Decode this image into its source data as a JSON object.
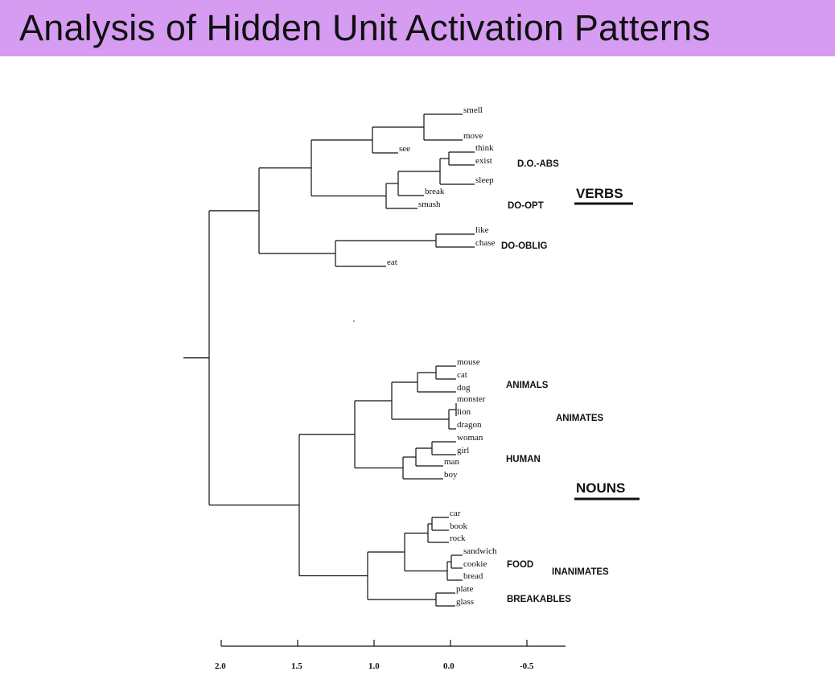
{
  "title": "Analysis of Hidden Unit Activation Patterns",
  "leaves": [
    "smell",
    "move",
    "see",
    "think",
    "exist",
    "sleep",
    "break",
    "smash",
    "like",
    "chase",
    "eat",
    "mouse",
    "cat",
    "dog",
    "monster",
    "lion",
    "dragon",
    "woman",
    "girl",
    "man",
    "boy",
    "car",
    "book",
    "rock",
    "sandwich",
    "cookie",
    "bread",
    "plate",
    "glass"
  ],
  "group_labels": {
    "do_abs": "D.O.-ABS",
    "do_opt": "DO-OPT",
    "do_oblig": "DO-OBLIG",
    "animals": "ANIMALS",
    "animates": "ANIMATES",
    "human": "HUMAN",
    "food": "FOOD",
    "inanimates": "INANIMATES",
    "breakables": "BREAKABLES"
  },
  "major_labels": {
    "verbs": "VERBS",
    "nouns": "NOUNS"
  },
  "axis": {
    "ticks": [
      "2.0",
      "1.5",
      "1.0",
      "0.0",
      "-0.5"
    ]
  }
}
